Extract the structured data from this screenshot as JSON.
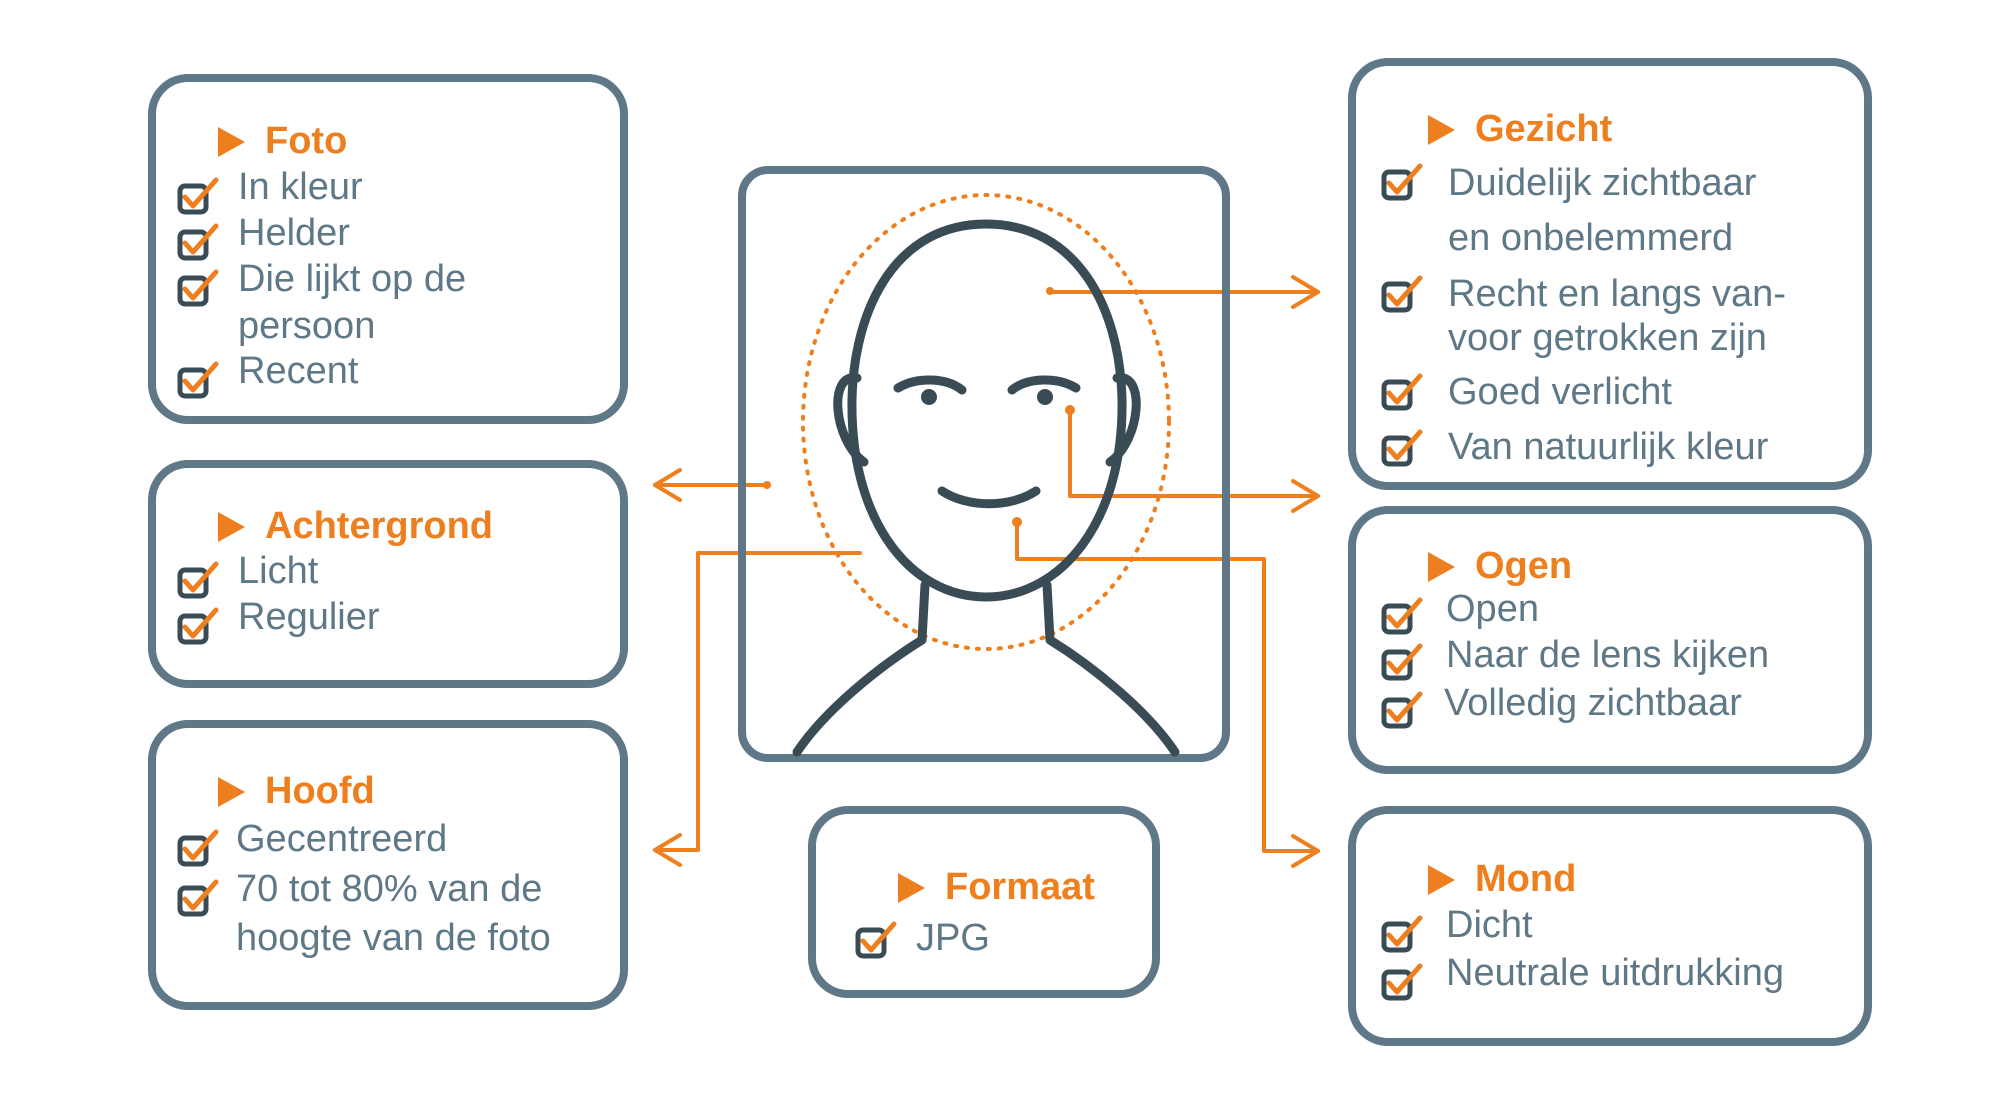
{
  "colors": {
    "accent": "#ee7f1f",
    "frame": "#5f7887",
    "face": "#394b55",
    "text": "#5f7887"
  },
  "icons": {
    "heading": "play-triangle-icon",
    "item": "checkbox-checked-icon"
  },
  "foto": {
    "title": "Foto",
    "items": [
      "In kleur",
      "Helder",
      "Die lijkt op de",
      "persoon",
      "Recent"
    ]
  },
  "achtergrond": {
    "title": "Achtergrond",
    "items": [
      "Licht",
      "Regulier"
    ]
  },
  "hoofd": {
    "title": "Hoofd",
    "items": [
      "Gecentreerd",
      "70 tot 80% van de",
      "hoogte van de foto"
    ]
  },
  "formaat": {
    "title": "Formaat",
    "items": [
      "JPG"
    ]
  },
  "gezicht": {
    "title": "Gezicht",
    "items": [
      "Duidelijk zichtbaar",
      "en onbelemmerd",
      "Recht en langs van-",
      "voor getrokken zijn",
      "Goed verlicht",
      "Van natuurlijk kleur"
    ]
  },
  "ogen": {
    "title": "Ogen",
    "items": [
      "Open",
      "Naar de lens kijken",
      "Volledig zichtbaar"
    ]
  },
  "mond": {
    "title": "Mond",
    "items": [
      "Dicht",
      "Neutrale uitdrukking"
    ]
  }
}
